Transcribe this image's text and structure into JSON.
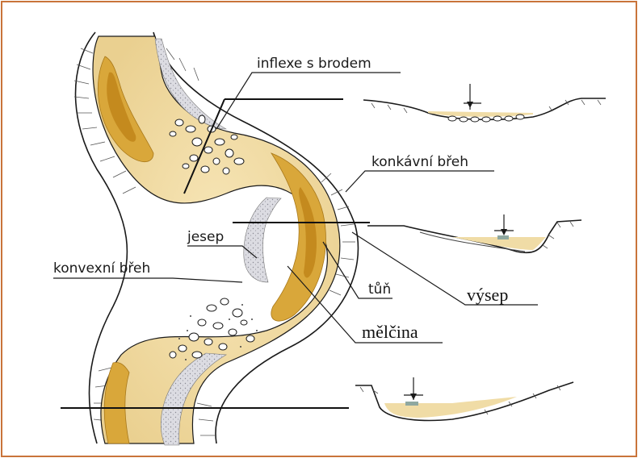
{
  "labels": {
    "inflexe": "inflexe s brodem",
    "konkavni": "konkávní břeh",
    "jesep": "jesep",
    "konvexni": "konvexní břeh",
    "tun": "tůň",
    "vysep": "výsep",
    "melcina": "mělčina"
  },
  "colors": {
    "frame": "#c9743a",
    "sand": "#f0dca6",
    "deep": "#d9a73a",
    "pool": "#c48a1e",
    "gravel_bar": "#d8d8dc",
    "ink": "#1a1a1a"
  }
}
